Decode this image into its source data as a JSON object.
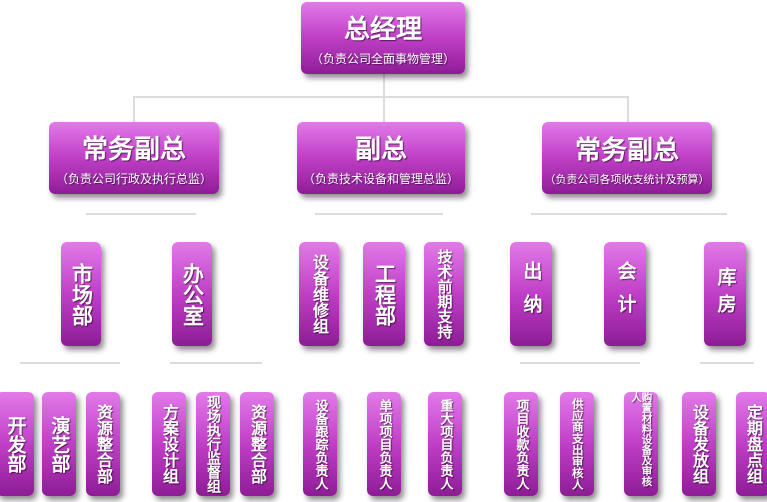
{
  "root": {
    "title": "总经理",
    "subtitle": "（负责公司全面事物管理）"
  },
  "level1": [
    {
      "title": "常务副总",
      "subtitle": "（负责公司行政及执行总监）"
    },
    {
      "title": "副总",
      "subtitle": "（负责技术设备和管理总监）"
    },
    {
      "title": "常务副总",
      "subtitle": "（负责公司各项收支统计及预算）"
    }
  ],
  "level2": [
    "市场部",
    "办公室",
    "设备维修组",
    "工程部",
    "技术前期支持",
    "出纳",
    "会计",
    "库房"
  ],
  "level3": [
    "开发部",
    "演艺部",
    "资源整合部",
    "方案设计组",
    "现场执行监督组",
    "资源整合部",
    "设备跟踪负责人",
    "单项项目负责人",
    "重大项目负责人",
    "项目收款负责人",
    "供应商支出审核人",
    "购置材料设备及审核人",
    "设备发放组",
    "定期盘点组"
  ]
}
